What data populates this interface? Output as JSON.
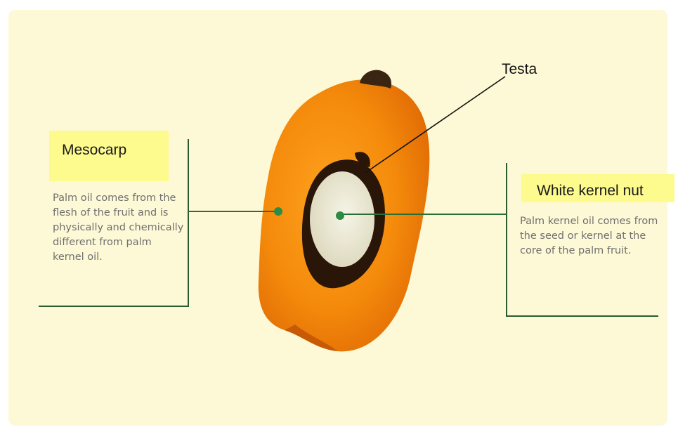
{
  "labels": {
    "mesocarp": {
      "title": "Mesocarp",
      "description": "Palm oil comes from the flesh of the fruit and is physically and chemically different from palm kernel oil."
    },
    "kernel": {
      "title": "White kernel nut",
      "description": "Palm kernel oil comes from the seed or kernel at the core of the palm fruit."
    },
    "testa": {
      "title": "Testa"
    }
  },
  "colors": {
    "background": "#fdf8d5",
    "highlight": "#fdfa8e",
    "fruit_flesh": "#f08c0c",
    "shell": "#2a1608",
    "kernel": "#efeed8",
    "connector": "#2b6e35",
    "marker": "#2e8b45"
  }
}
